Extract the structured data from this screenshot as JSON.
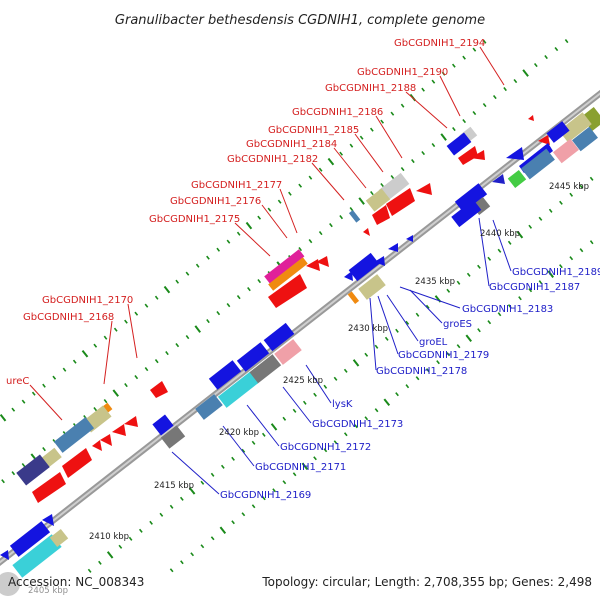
{
  "title": "Granulibacter bethesdensis CGDNIH1, complete genome",
  "footer": {
    "accession": "Accession: NC_008343",
    "stats": "Topology: circular; Length: 2,708,355 bp; Genes: 2,498"
  },
  "scale_labels": [
    "2405 kbp",
    "2410 kbp",
    "2415 kbp",
    "2420 kbp",
    "2425 kbp",
    "2430 kbp",
    "2435 kbp",
    "2440 kbp",
    "2445 kbp"
  ],
  "labels_forward": [
    "GbCGDNIH1_2194",
    "GbCGDNIH1_2190",
    "GbCGDNIH1_2188",
    "GbCGDNIH1_2186",
    "GbCGDNIH1_2185",
    "GbCGDNIH1_2184",
    "GbCGDNIH1_2182",
    "GbCGDNIH1_2177",
    "GbCGDNIH1_2176",
    "GbCGDNIH1_2175",
    "GbCGDNIH1_2170",
    "GbCGDNIH1_2168",
    "ureC"
  ],
  "labels_reverse": [
    "GbCGDNIH1_2189",
    "GbCGDNIH1_2187",
    "GbCGDNIH1_2183",
    "groES",
    "groEL",
    "GbCGDNIH1_2179",
    "GbCGDNIH1_2178",
    "lysK",
    "GbCGDNIH1_2173",
    "GbCGDNIH1_2172",
    "GbCGDNIH1_2171",
    "GbCGDNIH1_2169"
  ],
  "colors": {
    "forward_label": "#d42020",
    "reverse_label": "#2020c8",
    "backbone": "#888888",
    "tick": "#1a8a1a",
    "gene_red": "#ee1111",
    "gene_blue": "#1414e0",
    "gene_khaki": "#c8c48a",
    "gene_gray": "#777777",
    "gene_steel": "#4a80b0",
    "gene_cyan": "#3ad0d8",
    "gene_pink": "#f0a0a8",
    "gene_magenta": "#e0209a",
    "gene_orange": "#f08a10",
    "gene_green": "#44cc44",
    "gene_navy": "#3a3a8a",
    "gene_olive": "#8aa030"
  }
}
